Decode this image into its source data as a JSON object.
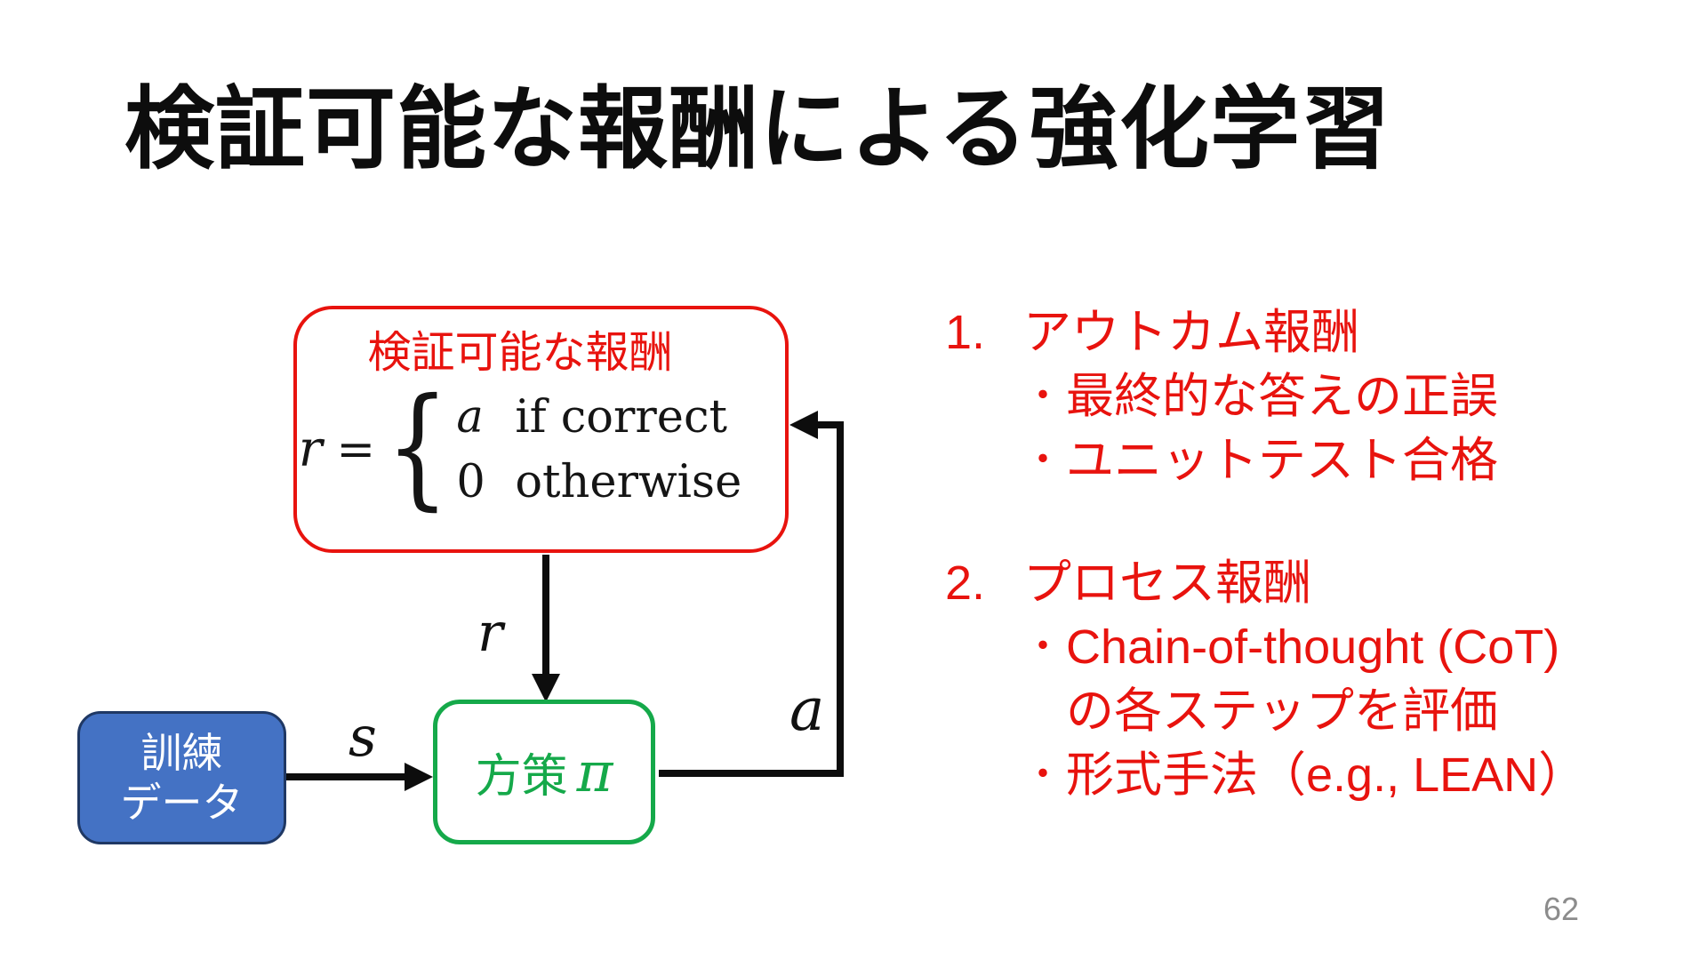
{
  "slide": {
    "title": "検証可能な報酬による強化学習",
    "page_number": "62"
  },
  "diagram": {
    "reward_box": {
      "label": "検証可能な報酬",
      "formula": {
        "lhs": "r",
        "equals": "=",
        "brace": "{",
        "cases": [
          {
            "value": "a",
            "condition": "if correct"
          },
          {
            "value": "0",
            "condition": "otherwise"
          }
        ]
      }
    },
    "train_box": {
      "line1": "訓練",
      "line2": "データ"
    },
    "policy_box": {
      "label": "方策",
      "symbol": "π"
    },
    "edge_labels": {
      "s": "s",
      "r": "r",
      "a": "a"
    }
  },
  "list": {
    "bullet_char": "・",
    "sections": [
      {
        "number": "1.",
        "title": "アウトカム報酬",
        "bullets": [
          "最終的な答えの正誤",
          "ユニットテスト合格"
        ]
      },
      {
        "number": "2.",
        "title": "プロセス報酬",
        "bullets": [
          "Chain-of-thought (CoT)\nの各ステップを評価",
          "形式手法（e.g., LEAN）"
        ]
      }
    ]
  },
  "colors": {
    "red": "#e8130e",
    "green": "#15a94a",
    "blue_fill": "#4472c4",
    "blue_border": "#1f3864",
    "arrow_black": "#0d0d0d",
    "page_gray": "#8c8c8c"
  }
}
